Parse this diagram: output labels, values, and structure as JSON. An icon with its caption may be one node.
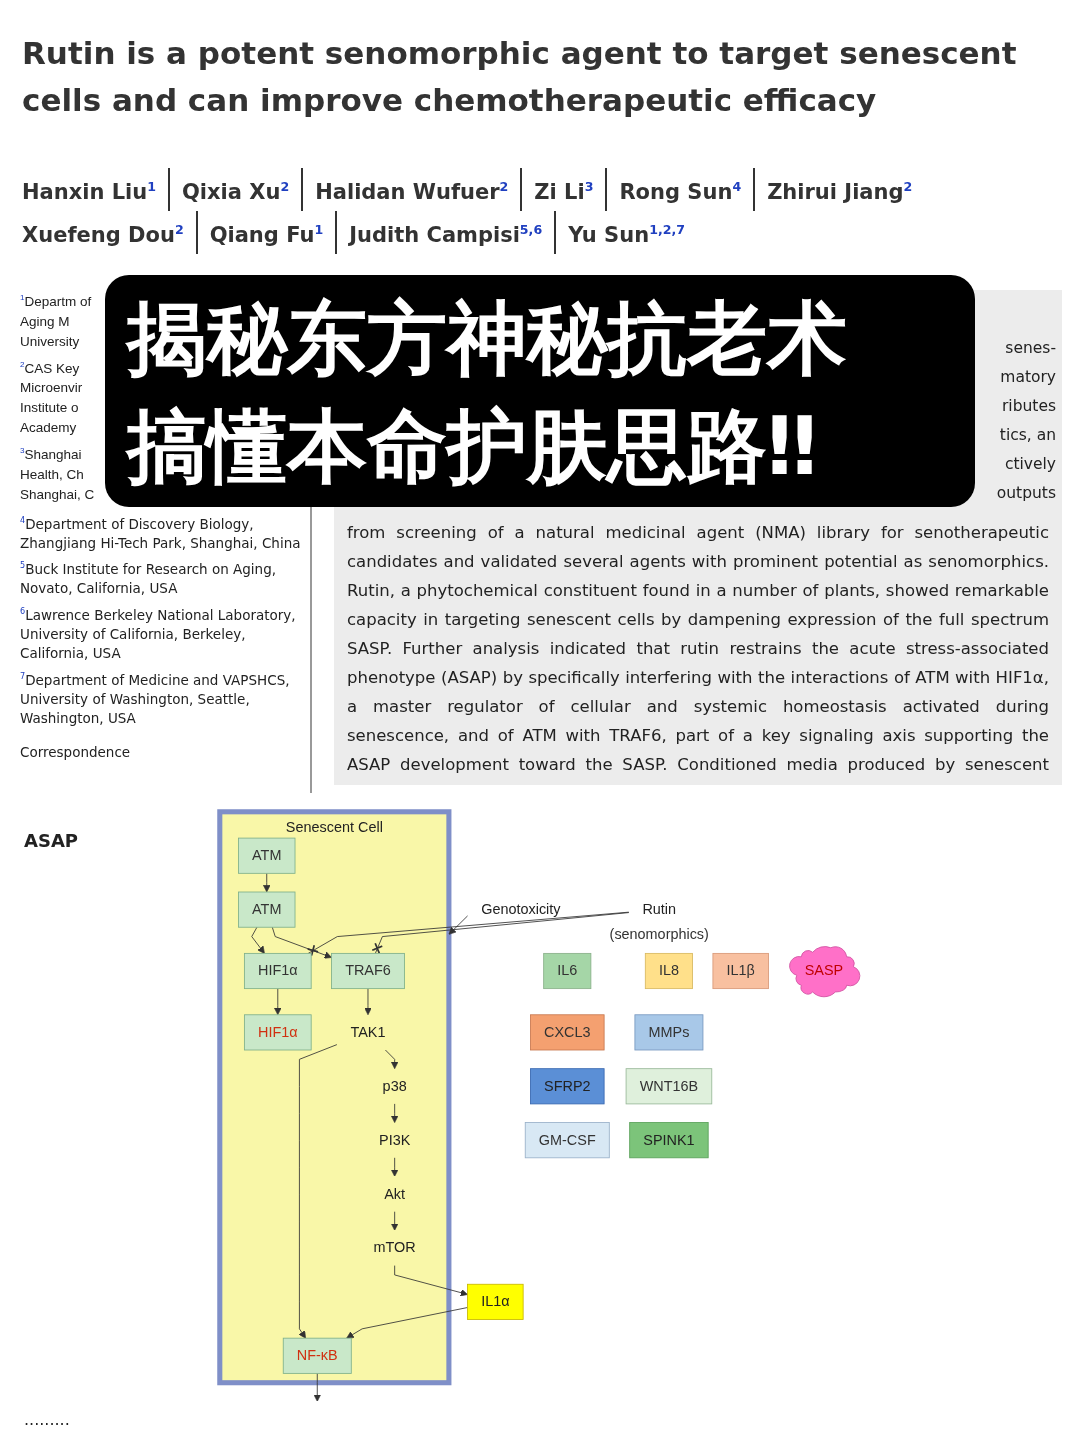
{
  "diagram": {
    "title": "Rutin is a potent senomorphic agent to target senescent cells and can improve chemotherapeutic efficacy",
    "nodes": [
      {
        "text": [
          "Senescent Cell"
        ]
      },
      {
        "text": [
          "Genotoxicity"
        ]
      },
      {
        "text": [
          "Rutin"
        ],
        "beside": [
          "(senomorphics)"
        ]
      },
      {
        "text": [
          "HIF1α"
        ],
        "in": 0
      },
      {
        "text": [
          "ATM"
        ],
        "in": 0
      },
      {
        "text": [
          "ATM"
        ],
        "in": 0
      },
      {
        "text": [
          "TRAF6"
        ],
        "in": 0
      },
      {
        "text": [
          "TAK1"
        ],
        "in": 0
      },
      {
        "text": [
          "HIF1α"
        ],
        "in": 0
      },
      {
        "text": [
          "NF-κB"
        ],
        "in": 0
      },
      {
        "text": [
          "p38"
        ],
        "in": 0
      },
      {
        "text": [
          "Akt"
        ],
        "in": 0
      },
      {
        "text": [
          "mTOR"
        ],
        "in": 0
      },
      {
        "text": [
          "PI3K"
        ],
        "in": 0
      },
      {
        "text": [
          "IL1α"
        ]
      },
      {
        "text": [
          "IL6"
        ]
      },
      {
        "text": [
          "IL8"
        ]
      },
      {
        "text": [
          "IL1β"
        ]
      },
      {
        "text": [
          "SASP"
        ]
      },
      {
        "text": [
          "CXCL3"
        ]
      },
      {
        "text": [
          "MMPs"
        ]
      },
      {
        "text": [
          "SFRP2"
        ]
      },
      {
        "text": [
          "WNT16B"
        ]
      },
      {
        "text": [
          "GM-CSF"
        ]
      },
      {
        "text": [
          "SPINK1"
        ]
      }
    ],
    "edges": [
      {
        "from": 1,
        "to": 0,
        "arrow": "to"
      },
      {
        "from": 4,
        "to": 5,
        "arrow": "to"
      },
      {
        "from": 5,
        "to": 3,
        "arrow": "to"
      },
      {
        "from": 5,
        "to": 6,
        "arrow": "to"
      },
      {
        "from": 2,
        "to": 3,
        "arrow": "other"
      },
      {
        "from": 2,
        "to": 6,
        "arrow": "other"
      },
      {
        "from": 3,
        "to": 8,
        "arrow": "to"
      },
      {
        "from": 6,
        "to": 7,
        "arrow": "to"
      },
      {
        "from": 7,
        "to": 9,
        "arrow": "to"
      },
      {
        "from": 7,
        "to": 10,
        "arrow": "to"
      },
      {
        "from": 10,
        "to": 13,
        "arrow": "to"
      },
      {
        "from": 13,
        "to": 11,
        "arrow": "to"
      },
      {
        "from": 11,
        "to": 12,
        "arrow": "to"
      },
      {
        "from": 12,
        "to": 14,
        "arrow": "to"
      },
      {
        "from": 14,
        "to": 9,
        "arrow": "to"
      },
      {
        "from": 9,
        "to": null,
        "arrow": "to"
      }
    ],
    "labels": [
      "Hanxin Liu$^{1}$",
      "Qixia Xu$^{2}$",
      "Halidan Wufuer$^{2}$",
      "Zi Li$^{3}$",
      "Rong Sun$^{4}$",
      "Zhirui Jiang$^{2}$",
      "Xuefeng Dou$^{2}$",
      "Qiang Fu$^{1}$",
      "Judith Campisi$^{5,6}$",
      "Yu Sun$^{1,2,7}$",
      "$^{1}$Departm of Aging M University",
      "$^{2}$CAS Key Microenvir Institute o Academy",
      "$^{3}$Shanghai Health, Ch Shanghai, C",
      "$^{4}$Department of Discovery Biology, Zhangjiang Hi-Tech Park, Shanghai, China",
      "$^{5}$Buck Institute for Research on Aging, Novato, California, USA",
      "$^{6}$Lawrence Berkeley National Laboratory, University of California, Berkeley, California, USA",
      "$^{7}$Department of Medicine and VAPSHCS, University of Washington, Seattle, Washington, USA",
      "Correspondence",
      "揭秘东方神秘抗老术",
      "搞懂本命护肤思路‼",
      "senes-",
      "matory",
      "ributes",
      "tics, an",
      "ctively",
      "outputs",
      "from screening of a natural medicinal agent (NMA) library for senotherapeutic candidates and validated several agents with prominent potential as senomorphics. Rutin, a phytochemical constituent found in a number of plants, showed remarkable capacity in targeting senescent cells by dampening expression of the full spectrum SASP. Further analysis indicated that rutin restrains the acute stress-associated phenotype (ASAP) by specifically interfering with the interactions of ATM with HIF1α, a master regulator of cellular and systemic homeostasis activated during senescence, and of ATM with TRAF6, part of a key signaling axis supporting the ASAP development toward the SASP. Conditioned media produced by senescent stromal cells enhanced the",
      "ASAP",
      "........."
    ]
  }
}
